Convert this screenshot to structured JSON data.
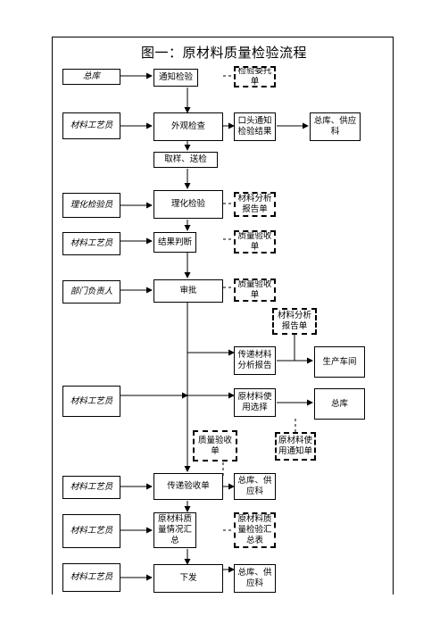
{
  "title": "图一：原材料质量检验流程",
  "roles": [
    "总库",
    "材料工艺员",
    "理化检验员",
    "材料工艺员",
    "部门负责人",
    "材料工艺员",
    "材料工艺员",
    "材料工艺员",
    "材料工艺员"
  ],
  "steps": {
    "notify": "通知检验",
    "visual": "外观检查",
    "sample": "取样、送检",
    "physchem": "理化检验",
    "judge": "结果判断",
    "approve": "审批",
    "transfer_report": "传递材料分析报告",
    "select_use": "原材料使用选择",
    "transfer_acceptance": "传递验收单",
    "summary": "原材料质量情况汇总",
    "issue": "下发"
  },
  "outputs": {
    "oral_notice": "口头通知检验结果",
    "warehouse_supply_1": "总库、供应科",
    "workshop": "生产车间",
    "warehouse_2": "总库",
    "warehouse_supply_2": "总库、供应科",
    "warehouse_supply_3": "总库、供应科"
  },
  "documents": {
    "inspection_request": "检验委托单",
    "analysis_report_1": "材料分析报告单",
    "acceptance_1": "质量验收单",
    "acceptance_2": "质量验收单",
    "analysis_report_2": "材料分析报告单",
    "acceptance_3": "质量验收单",
    "use_notice": "原材料使用通知单",
    "summary_table": "原材料质量检验汇总表"
  }
}
